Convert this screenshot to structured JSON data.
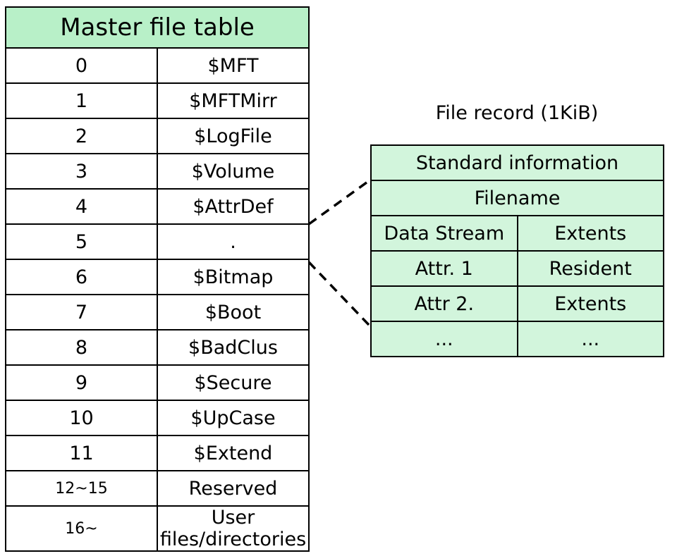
{
  "mft": {
    "title": "Master file table",
    "rows": [
      {
        "index": "0",
        "name": "$MFT"
      },
      {
        "index": "1",
        "name": "$MFTMirr"
      },
      {
        "index": "2",
        "name": "$LogFile"
      },
      {
        "index": "3",
        "name": "$Volume"
      },
      {
        "index": "4",
        "name": "$AttrDef"
      },
      {
        "index": "5",
        "name": "."
      },
      {
        "index": "6",
        "name": "$Bitmap"
      },
      {
        "index": "7",
        "name": "$Boot"
      },
      {
        "index": "8",
        "name": "$BadClus"
      },
      {
        "index": "9",
        "name": "$Secure"
      },
      {
        "index": "10",
        "name": "$UpCase"
      },
      {
        "index": "11",
        "name": "$Extend"
      },
      {
        "index": "12~15",
        "name": "Reserved"
      },
      {
        "index": "16~",
        "name": "User files/directories"
      }
    ]
  },
  "file_record": {
    "title": "File record (1KiB)",
    "standard_information": "Standard information",
    "filename": "Filename",
    "rows": [
      {
        "left": "Data Stream",
        "right": "Extents"
      },
      {
        "left": "Attr. 1",
        "right": "Resident"
      },
      {
        "left": "Attr 2.",
        "right": "Extents"
      },
      {
        "left": "...",
        "right": "..."
      }
    ]
  },
  "colors": {
    "mft_header": "#b8f0c8",
    "record_fill": "#d2f5dc",
    "border": "#000000"
  }
}
